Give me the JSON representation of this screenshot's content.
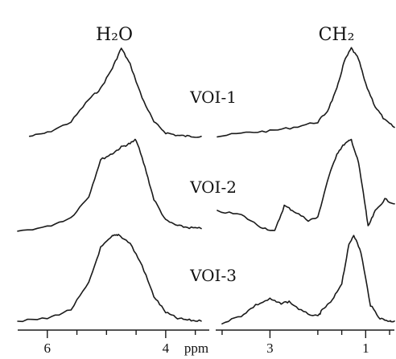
{
  "chart_data": {
    "type": "line",
    "x_unit": "ppm",
    "x_axis_reversed": true,
    "panels": [
      {
        "peak_label": "H₂O",
        "xlim": [
          6.5,
          3.4
        ],
        "ticks": [
          6,
          4
        ],
        "ticks_unlabeled": [
          5.5,
          5,
          4.5,
          3.5
        ],
        "baseline_tail": [
          3.4,
          3.9
        ]
      },
      {
        "peak_label": "CH₂",
        "xlim": [
          4.1,
          0.4
        ],
        "ticks": [
          3,
          1
        ],
        "ticks_unlabeled": [
          4,
          2,
          1.5,
          0.5
        ],
        "unit_label": "ppm"
      }
    ],
    "series": [
      {
        "name": "VOI-1",
        "h2o": {
          "peak_ppm": 4.72,
          "peak_height": 1.0,
          "shoulder_ppm": 5.2,
          "shoulder_height": 0.55,
          "x": [
            6.3,
            6.0,
            5.6,
            5.3,
            5.1,
            4.9,
            4.75,
            4.6,
            4.4,
            4.2,
            4.0,
            3.8,
            3.6,
            3.4
          ],
          "y": [
            0.02,
            0.06,
            0.18,
            0.43,
            0.55,
            0.78,
            1.0,
            0.82,
            0.45,
            0.18,
            0.06,
            0.03,
            0.02,
            0.02
          ]
        },
        "ch2": {
          "peak_ppm": 1.28,
          "peak_height": 1.0,
          "x": [
            4.1,
            3.5,
            3.0,
            2.5,
            2.0,
            1.8,
            1.6,
            1.45,
            1.3,
            1.15,
            1.0,
            0.8,
            0.6,
            0.4
          ],
          "y": [
            0.02,
            0.06,
            0.08,
            0.12,
            0.18,
            0.3,
            0.55,
            0.85,
            1.0,
            0.88,
            0.6,
            0.35,
            0.2,
            0.12
          ]
        }
      },
      {
        "name": "VOI-2",
        "h2o": {
          "peak_ppm": 4.55,
          "peak_height": 1.0,
          "shoulder_ppm": 5.1,
          "shoulder_height": 0.85,
          "x": [
            6.5,
            6.0,
            5.6,
            5.3,
            5.1,
            4.9,
            4.75,
            4.6,
            4.5,
            4.35,
            4.2,
            4.0,
            3.8,
            3.6,
            3.4
          ],
          "y": [
            0.0,
            0.05,
            0.15,
            0.38,
            0.78,
            0.85,
            0.92,
            0.96,
            1.0,
            0.7,
            0.35,
            0.12,
            0.06,
            0.04,
            0.03
          ]
        },
        "ch2": {
          "peak_ppm": 1.32,
          "peak_height": 1.0,
          "x": [
            4.1,
            3.6,
            3.2,
            2.9,
            2.7,
            2.5,
            2.2,
            2.0,
            1.8,
            1.6,
            1.45,
            1.3,
            1.15,
            1.0,
            0.95,
            0.8,
            0.6,
            0.4
          ],
          "y": [
            0.22,
            0.18,
            0.05,
            0.0,
            0.28,
            0.22,
            0.12,
            0.15,
            0.55,
            0.85,
            0.95,
            1.0,
            0.75,
            0.25,
            0.05,
            0.22,
            0.35,
            0.3
          ]
        }
      },
      {
        "name": "VOI-3",
        "h2o": {
          "peak_ppm": 4.85,
          "peak_height": 1.0,
          "x": [
            6.5,
            6.0,
            5.6,
            5.3,
            5.1,
            4.9,
            4.8,
            4.6,
            4.4,
            4.2,
            4.0,
            3.8,
            3.6,
            3.4
          ],
          "y": [
            0.02,
            0.05,
            0.15,
            0.45,
            0.85,
            0.98,
            1.0,
            0.9,
            0.65,
            0.3,
            0.12,
            0.05,
            0.03,
            0.02
          ]
        },
        "ch2": {
          "peak_ppm": 1.28,
          "peak_height": 1.0,
          "x": [
            4.0,
            3.6,
            3.3,
            3.0,
            2.8,
            2.6,
            2.3,
            2.0,
            1.9,
            1.7,
            1.5,
            1.35,
            1.25,
            1.1,
            0.9,
            0.7,
            0.5,
            0.4
          ],
          "y": [
            0.0,
            0.08,
            0.2,
            0.27,
            0.22,
            0.24,
            0.12,
            0.07,
            0.15,
            0.25,
            0.45,
            0.88,
            1.0,
            0.8,
            0.2,
            0.05,
            0.02,
            0.02
          ]
        }
      }
    ]
  }
}
